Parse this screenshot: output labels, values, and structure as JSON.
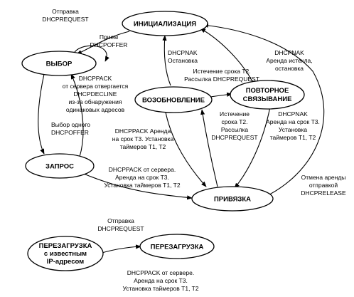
{
  "nodes": {
    "init": "ИНИЦИАЛИЗАЦИЯ",
    "select": "ВЫБОР",
    "request": "ЗАПРОС",
    "bound": "ПРИВЯЗКА",
    "renew": "ВОЗОБНОВЛЕНИЕ",
    "rebind": [
      "ПОВТОРНОЕ",
      "СВЯЗЫВАНИЕ"
    ],
    "reboot_init": [
      "ПЕРЕЗАГРУЗКА",
      "с известным",
      "IP-адресом"
    ],
    "reboot": "ПЕРЕЗАГРУЗКА"
  },
  "labels": {
    "send_request": [
      "Отправка",
      "DHCPREQUEST"
    ],
    "receive_offer": [
      "Прием",
      "DHCPOFFER"
    ],
    "nak_stop": [
      "DHCPNAK",
      "Остановка"
    ],
    "t2_expired_broadcast": [
      "Истечение срока T2.",
      "Рассылка DHCPREQUEST"
    ],
    "nak_lease_expired": [
      "DHCPNAK",
      "Аренда истекла,",
      "остановка"
    ],
    "ack_decline": [
      "DHCPPACK",
      "от сервера отвергается",
      "DHCPDECLINE",
      "из-за обнаружения",
      "одинаковых адресов"
    ],
    "select_offer": [
      "Выбор одного",
      "DHCPOFFER"
    ],
    "ack_lease_request_renew": [
      "DHCPPACK Аренда",
      "на срок T3. Установка",
      "таймеров T1, T2"
    ],
    "t2_expiry_broadcast_mid": [
      "Истечение",
      "срока T2.",
      "Рассылка",
      "DHCPREQUEST"
    ],
    "nak_rebind_lease": [
      "DHCPNAK",
      "Аренда на срок T3.",
      "Установка",
      "таймеров T1, T2"
    ],
    "ack_bound": [
      "DHCPPACK от сервера.",
      "Аренда на срок T3.",
      "Установка таймеров T1, T2"
    ],
    "cancel_release": [
      "Отмена аренды",
      "отправкой",
      "DHCPRELEASE"
    ],
    "reboot_send": [
      "Отправка",
      "DHCPREQUEST"
    ],
    "reboot_ack": [
      "DHCPPACK от сервере.",
      "Аренда на срок T3.",
      "Установка таймеров T1, T2"
    ]
  }
}
